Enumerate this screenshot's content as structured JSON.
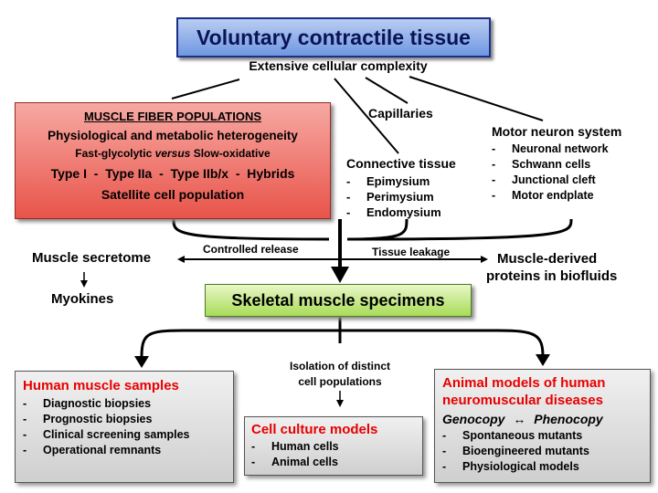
{
  "title": "Voluntary contractile tissue",
  "complexity": "Extensive cellular complexity",
  "fiber": {
    "heading": "MUSCLE FIBER POPULATIONS",
    "line1": "Physiological and metabolic heterogeneity",
    "line2_a": "Fast-glycolytic",
    "line2_b": "versus",
    "line2_c": "Slow-oxidative",
    "line3": "Type I  -  Type IIa  -  Type IIb/x  -  Hybrids",
    "line4": "Satellite cell population"
  },
  "capillaries": "Capillaries",
  "connective": {
    "heading": "Connective tissue",
    "items": [
      "Epimysium",
      "Perimysium",
      "Endomysium"
    ]
  },
  "motor": {
    "heading": "Motor neuron system",
    "items": [
      "Neuronal network",
      "Schwann cells",
      "Junctional cleft",
      "Motor endplate"
    ]
  },
  "secretome": "Muscle secretome",
  "controlled_release": "Controlled release",
  "tissue_leakage": "Tissue leakage",
  "muscle_derived_1": "Muscle-derived",
  "muscle_derived_2": "proteins in biofluids",
  "myokines": "Myokines",
  "skeletal": "Skeletal muscle specimens",
  "isolation_1": "Isolation of distinct",
  "isolation_2": "cell populations",
  "human": {
    "heading": "Human muscle samples",
    "items": [
      "Diagnostic biopsies",
      "Prognostic biopsies",
      "Clinical screening samples",
      "Operational remnants"
    ]
  },
  "culture": {
    "heading": "Cell culture models",
    "items": [
      "Human cells",
      "Animal cells"
    ]
  },
  "animal": {
    "heading_1": "Animal models of human",
    "heading_2": "neuromuscular diseases",
    "geno": "Genocopy",
    "arrow": "↔",
    "pheno": "Phenocopy",
    "items": [
      "Spontaneous mutants",
      "Bioengineered mutants",
      "Physiological models"
    ]
  }
}
